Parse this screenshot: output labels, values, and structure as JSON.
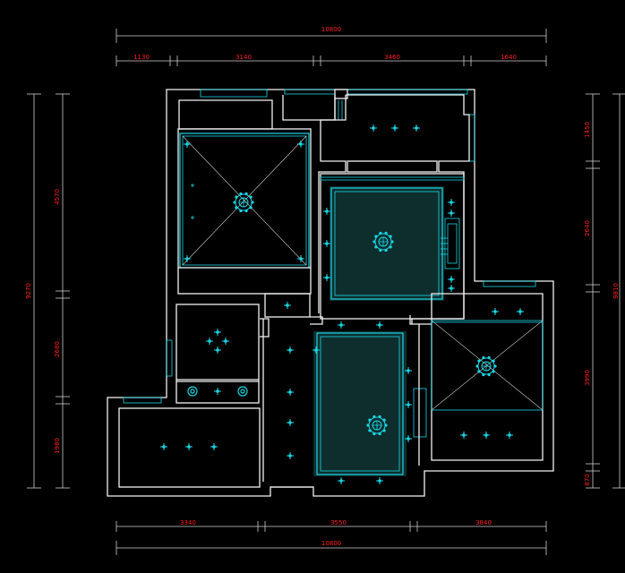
{
  "dimensions": {
    "top_total": "10800",
    "top_segments": [
      "1130",
      "3140",
      "3460",
      "1640"
    ],
    "bottom_total": "10800",
    "bottom_segments": [
      "3340",
      "3550",
      "3840"
    ],
    "left_total": "9270",
    "left_segments": [
      "4570",
      "2680",
      "1980"
    ],
    "right_total": "9810",
    "right_segments": [
      "1450",
      "2640",
      "3990",
      "870"
    ]
  },
  "colors": {
    "background": "#000000",
    "walls": "#f2f2f2",
    "ceiling_lines": "#19d7e6",
    "dimension_text": "#ff2020"
  }
}
